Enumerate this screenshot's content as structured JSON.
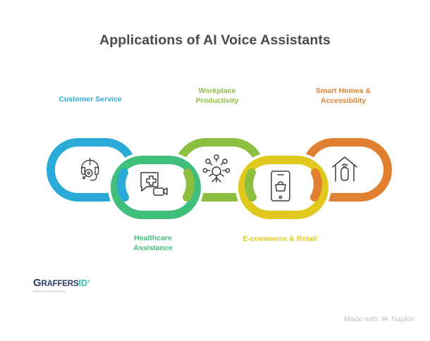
{
  "page": {
    "title": "Applications of AI Voice Assistants",
    "background_color": "#ffffff",
    "title_color": "#4a4a4a"
  },
  "chart_data": {
    "type": "diagram",
    "subtype": "interlocking-chain-links",
    "title": "Applications of AI Voice Assistants",
    "links": [
      {
        "index": 1,
        "label": "Customer Service",
        "color": "#2AAAD6",
        "color_name": "blue",
        "icon": "headset-icon",
        "label_position": "above",
        "vertical_offset": "up"
      },
      {
        "index": 2,
        "label": "Healthcare Assistance",
        "color": "#40BE7C",
        "color_name": "green",
        "icon": "medical-chat-video-icon",
        "label_position": "below",
        "vertical_offset": "down"
      },
      {
        "index": 3,
        "label": "Workplace Productivity",
        "color": "#8CBF3F",
        "color_name": "light-green",
        "icon": "multitasking-person-icon",
        "label_position": "above",
        "vertical_offset": "up"
      },
      {
        "index": 4,
        "label": "E-commerce & Retail",
        "color": "#E0C91C",
        "color_name": "yellow",
        "icon": "mobile-shopping-icon",
        "label_position": "below",
        "vertical_offset": "down"
      },
      {
        "index": 5,
        "label": "Smart Homes & Accessibility",
        "color": "#E08030",
        "color_name": "orange",
        "icon": "smart-home-speaker-icon",
        "label_position": "above",
        "vertical_offset": "up"
      }
    ]
  },
  "labels": {
    "customer_service": "Customer Service",
    "healthcare": "Healthcare\nAssistance",
    "workplace": "Workplace\nProductivity",
    "ecommerce": "E-commerce & Retail",
    "smart_homes": "Smart Homes &\nAccessibility"
  },
  "logo": {
    "letter_g": "G",
    "word_raffers": "RAFFERS",
    "word_id": "ID",
    "trademark": "®",
    "tagline": "REMOTE DEVELOPERS"
  },
  "footer": {
    "made_with": "Made with",
    "brand": "Napkin",
    "mark": "≫"
  }
}
